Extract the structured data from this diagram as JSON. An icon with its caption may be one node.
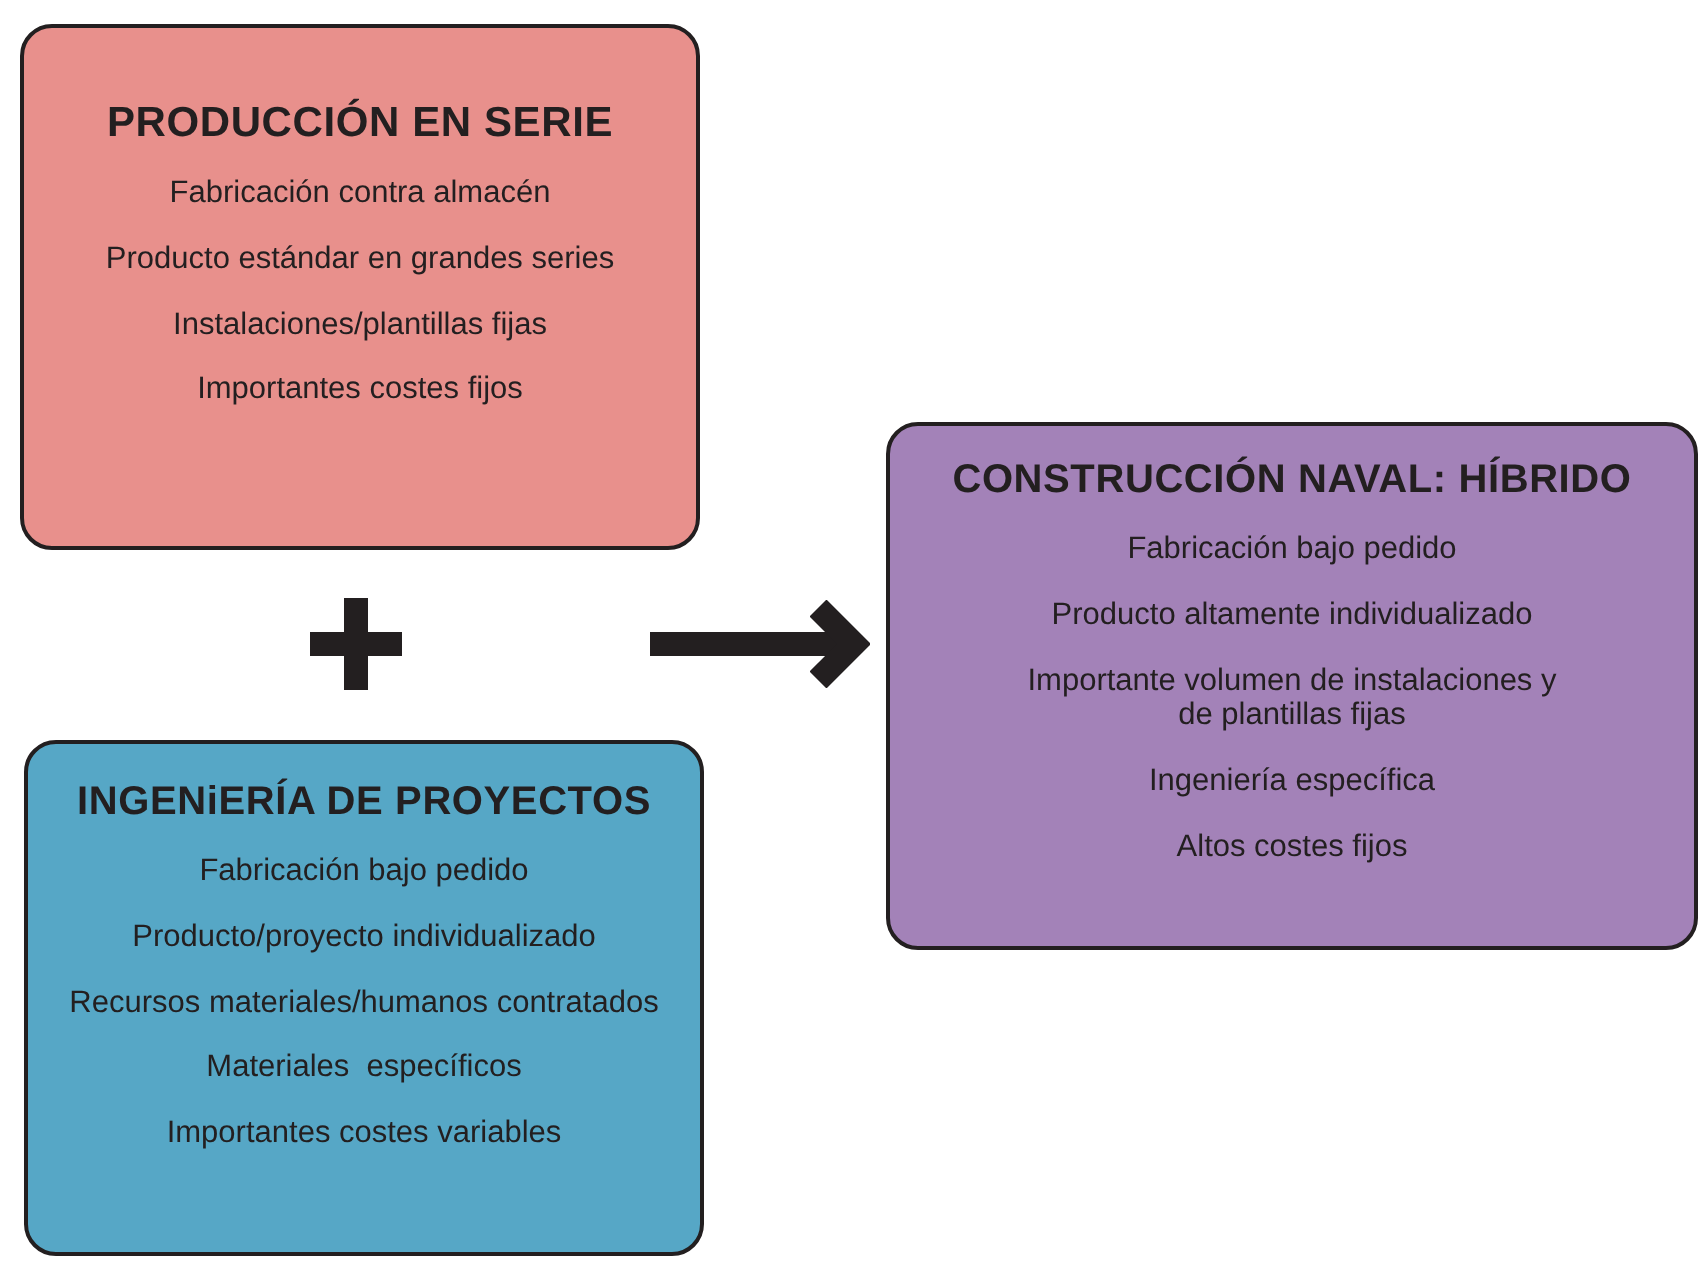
{
  "diagram": {
    "nodes": [
      {
        "text": [
          "PRODUCCIÓN EN SERIE",
          "Fabricación contra almacén",
          "Producto estándar en grandes series",
          "Instalaciones/plantillas fijas",
          "Importantes costes fijos"
        ]
      },
      {
        "text": [
          "INGENiERÍA DE PROYECTOS",
          "Fabricación bajo pedido",
          "Producto/proyecto individualizado",
          "Recursos materiales/humanos contratados",
          "Materiales  específicos",
          "Importantes costes variables"
        ]
      },
      {
        "text": [
          "CONSTRUCCIÓN NAVAL: HÍBRIDO",
          "Fabricación bajo pedido",
          "Producto altamente individualizado",
          "Importante volumen de instalaciones y de plantillas fijas",
          "Ingeniería específica",
          "Altos costes fijos"
        ]
      }
    ],
    "edges": [
      {
        "from": null,
        "to": 2,
        "arrow": "to"
      }
    ]
  }
}
